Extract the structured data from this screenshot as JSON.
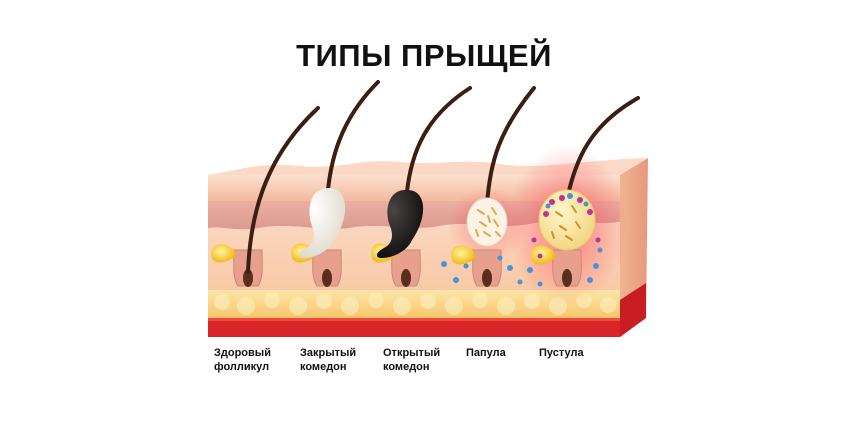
{
  "title": "ТИПЫ ПРЫЩЕЙ",
  "labels": [
    "Здоровый\nфолликул",
    "Закрытый\nкомедон",
    "Открытый\nкомедон",
    "Папула",
    "Пустула"
  ],
  "colors": {
    "skin_top": "#f6c7ad",
    "dermis": "#e5a59a",
    "fat": "#fbd98c",
    "base_red": "#d9242a",
    "hair": "#3a1f12",
    "inflammation": "#f0203a"
  }
}
